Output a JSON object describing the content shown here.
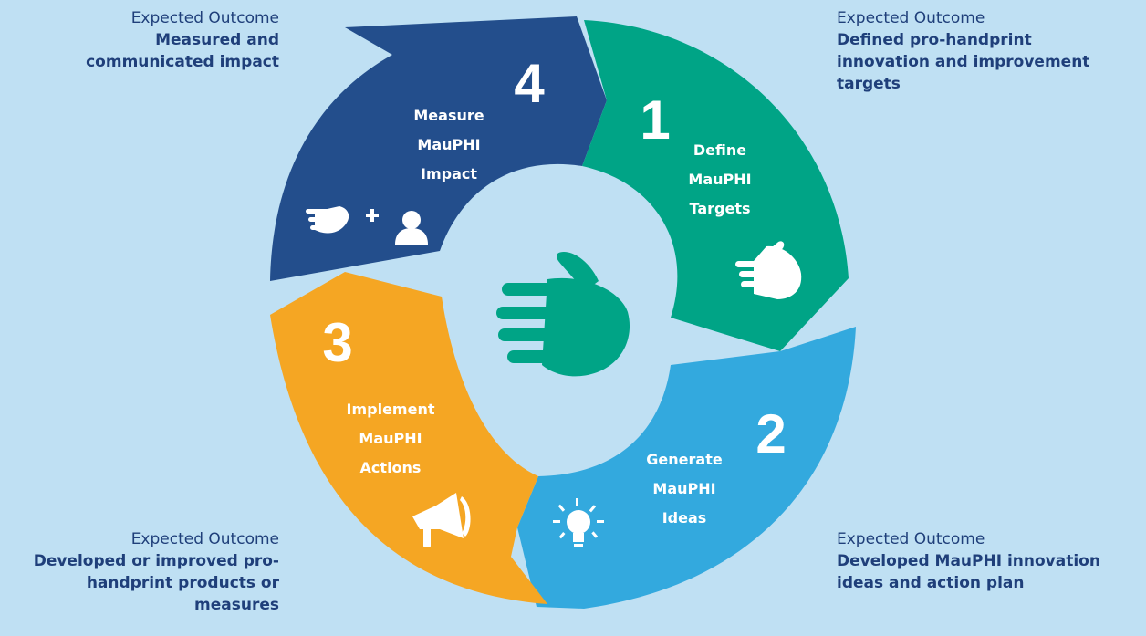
{
  "outcomes": {
    "top_left": {
      "label": "Expected Outcome",
      "text": "Measured and communicated impact"
    },
    "top_right": {
      "label": "Expected Outcome",
      "text": "Defined pro-handprint innovation and improvement targets"
    },
    "bottom_right": {
      "label": "Expected Outcome",
      "text": "Developed MauPHI innovation ideas and action plan"
    },
    "bottom_left": {
      "label": "Expected Outcome",
      "text": "Developed or improved pro-handprint products or measures"
    }
  },
  "steps": [
    {
      "number": "1",
      "line1": "Define",
      "line2": "MauPHI",
      "line3": "Targets",
      "color": "#00a486",
      "icon": "hand-icon"
    },
    {
      "number": "2",
      "line1": "Generate",
      "line2": "MauPHI",
      "line3": "Ideas",
      "color": "#33a9de",
      "icon": "lightbulb-icon"
    },
    {
      "number": "3",
      "line1": "Implement",
      "line2": "MauPHI",
      "line3": "Actions",
      "color": "#f5a623",
      "icon": "megaphone-icon"
    },
    {
      "number": "4",
      "line1": "Measure",
      "line2": "MauPHI",
      "line3": "Impact",
      "color": "#234e8c",
      "icon": "hand-plus-person-icon"
    }
  ],
  "colors": {
    "background": "#bfe0f3",
    "center_hand": "#00a486",
    "text": "#1f3f7a"
  }
}
